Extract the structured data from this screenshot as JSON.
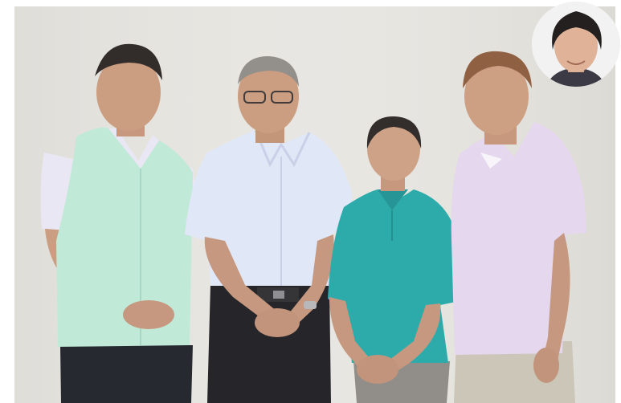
{
  "photo": {
    "subject": "group-portrait",
    "people_count": 4,
    "inset_people_count": 1,
    "colors": {
      "wall": "#e6e4df",
      "vest_mint": "#bfe9d6",
      "shirt_lightblue": "#dfe6f7",
      "shirt_teal": "#25a8a8",
      "shirt_lavender": "#e3d6ee",
      "trousers_dark": "#1e1e22"
    }
  }
}
